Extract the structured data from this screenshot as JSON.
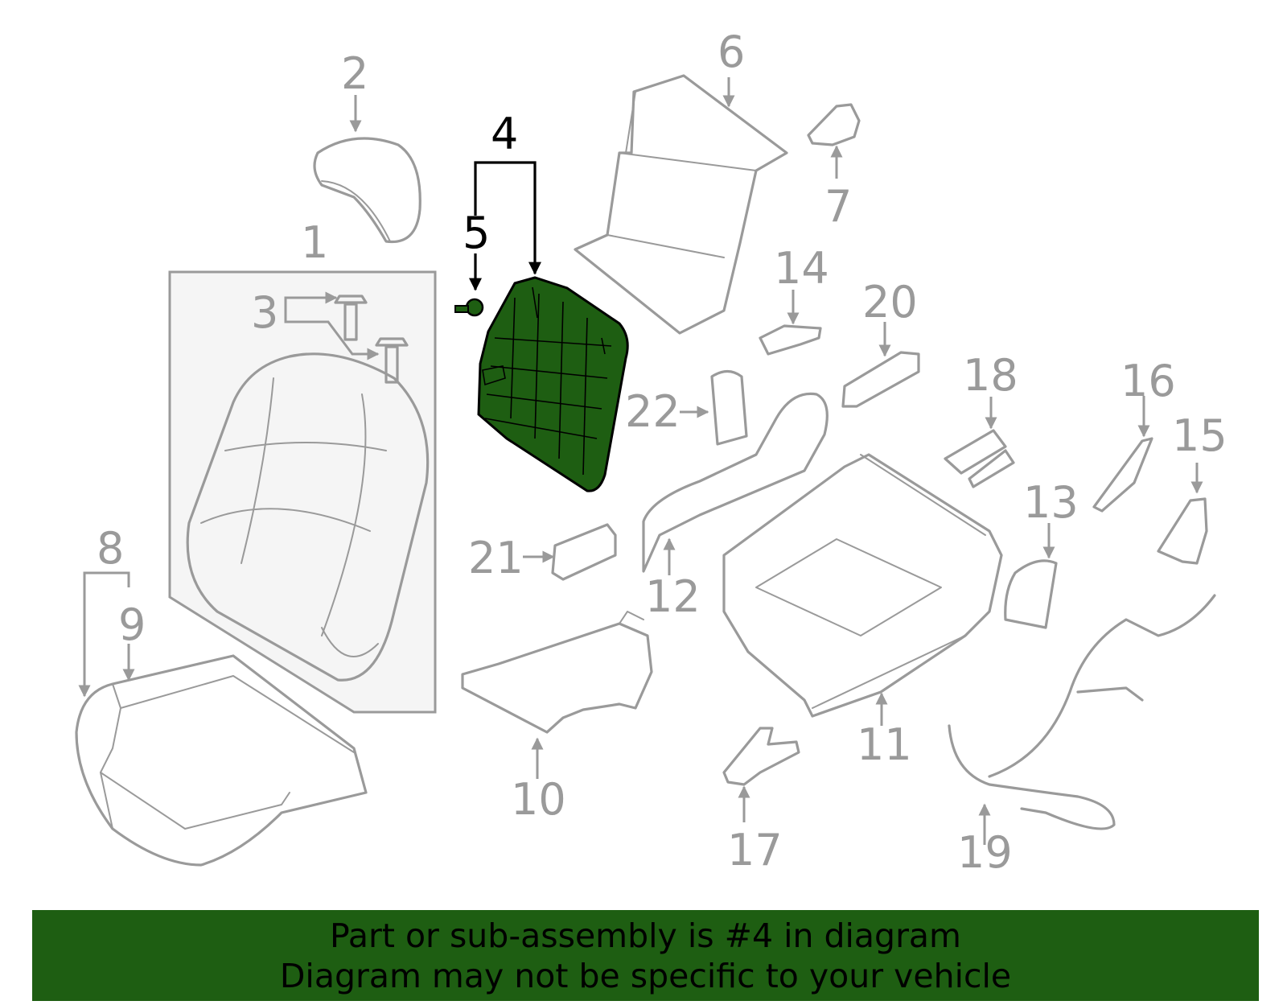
{
  "highlight_color": "#1e5e12",
  "highlighted_part": "4",
  "callouts": [
    "1",
    "2",
    "3",
    "4",
    "5",
    "6",
    "7",
    "8",
    "9",
    "10",
    "11",
    "12",
    "13",
    "14",
    "15",
    "16",
    "17",
    "18",
    "19",
    "20",
    "21",
    "22"
  ],
  "banner": {
    "line1": "Part or sub-assembly is #4 in diagram",
    "line2": "Diagram may not be specific to your vehicle"
  }
}
